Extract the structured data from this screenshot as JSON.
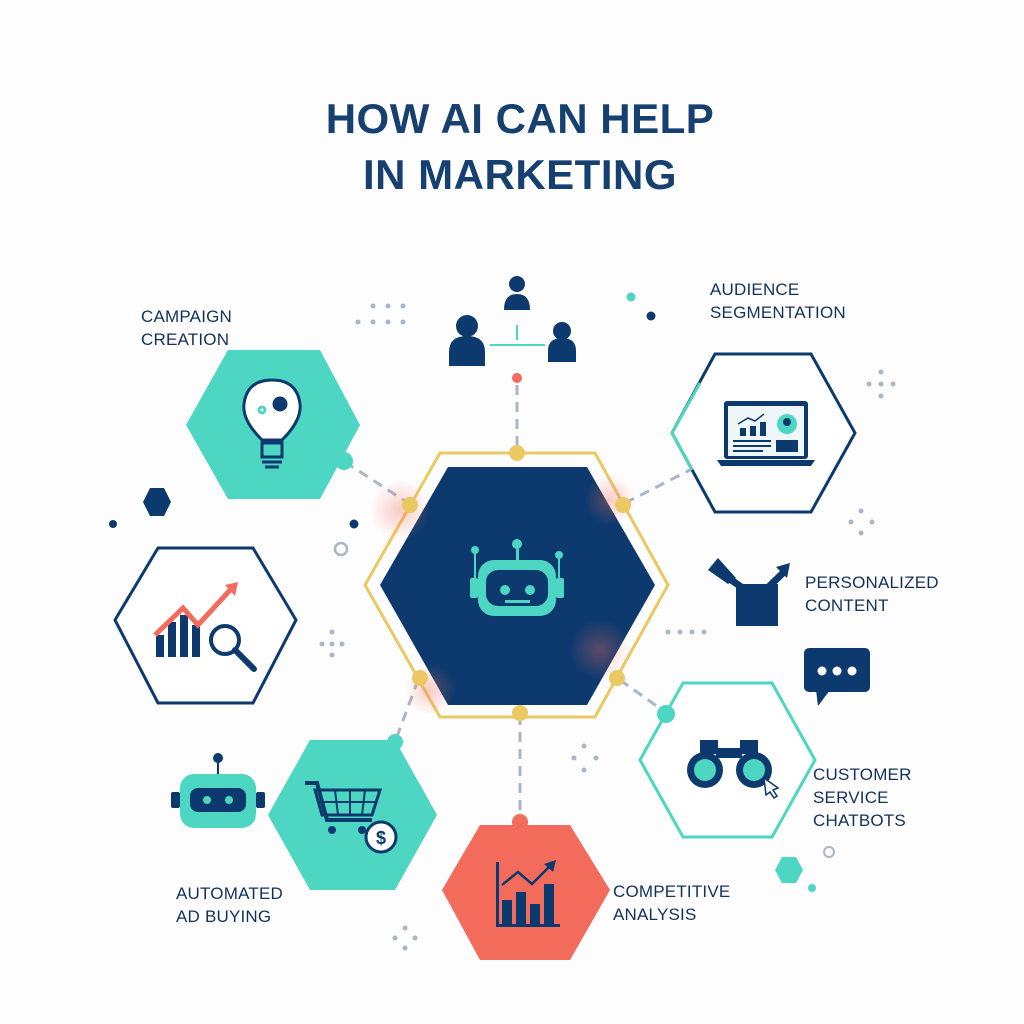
{
  "title": {
    "line1": "HOW AI CAN HELP",
    "line2": "IN MARKETING"
  },
  "labels": {
    "campaign_creation": [
      "CAMPAIGN",
      "CREATION"
    ],
    "audience_segmentation": [
      "AUDIENCE",
      "SEGMENTATION"
    ],
    "personalized_content": [
      "PERSONALIZED",
      "CONTENT"
    ],
    "customer_service_chatbots": [
      "CUSTOMER",
      "SERVICE",
      "CHATBOTS"
    ],
    "automated_ad_buying": [
      "AUTOMATED",
      "AD BUYING"
    ],
    "competitive_analysis": [
      "COMPETITIVE",
      "ANALYSIS"
    ]
  },
  "colors": {
    "navy": "#0d3a6e",
    "teal": "#4dd6c1",
    "coral": "#f26b5b",
    "gold": "#ebc862",
    "gray": "#a9b6c6"
  }
}
